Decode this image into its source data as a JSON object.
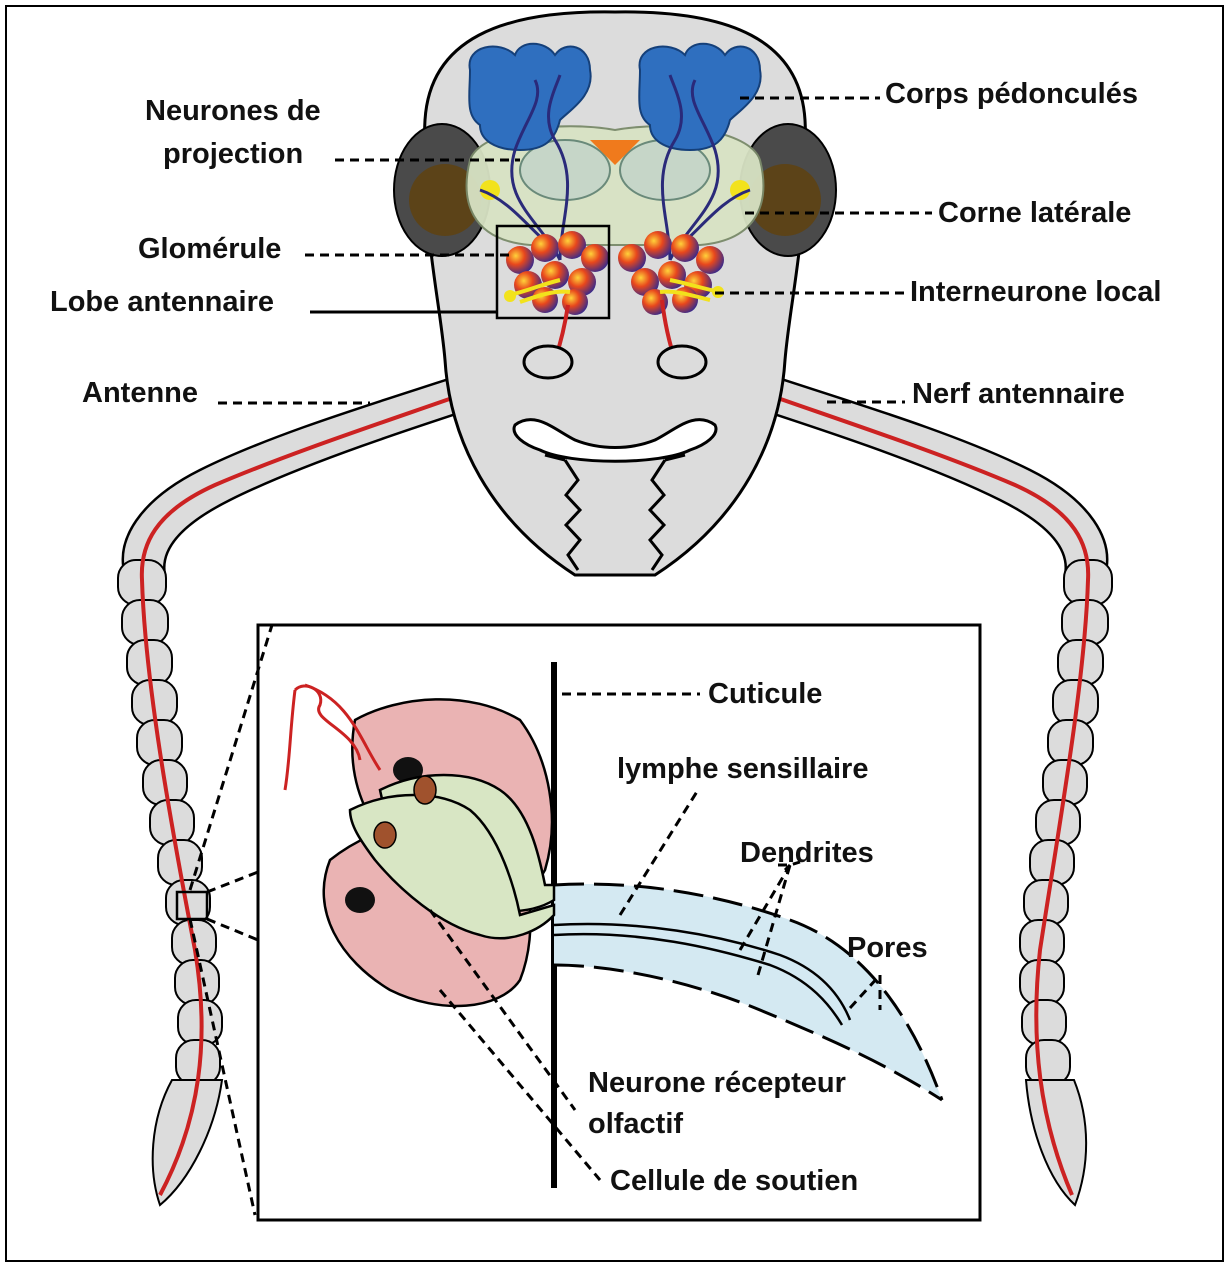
{
  "colors": {
    "head_fill": "#dcdcdc",
    "mushroom_body": "#2f6fbf",
    "eye_outer": "#4a4a4a",
    "eye_inner": "#5c4318",
    "projection_neuron": "#2a2a7a",
    "lateral_horn": "#d8e3c4",
    "glomerulus_orange": "#f39a1c",
    "glomerulus_purple": "#3a2a8a",
    "glomerulus_red": "#d6261c",
    "local_interneuron": "#f2e21c",
    "antennal_nerve": "#cc2222",
    "neuron_cell": "#d8e6c4",
    "support_cell": "#eab3b3",
    "lymph": "#d4e9f2",
    "nucleus": "#a0522d"
  },
  "labels": {
    "projection_neurons": [
      "Neurones de",
      "projection"
    ],
    "mushroom_bodies": "Corps pédonculés",
    "lateral_horn": "Corne latérale",
    "glomerulus": "Glomérule",
    "antennal_lobe": "Lobe antennaire",
    "local_interneuron": "Interneurone local",
    "antenna": "Antenne",
    "antennal_nerve": "Nerf antennaire",
    "cuticle": "Cuticule",
    "sensillar_lymph": "lymphe sensillaire",
    "dendrites": "Dendrites",
    "pores": "Pores",
    "olfactory_receptor_neuron": [
      "Neurone récepteur",
      "olfactif"
    ],
    "support_cell": "Cellule de soutien"
  }
}
